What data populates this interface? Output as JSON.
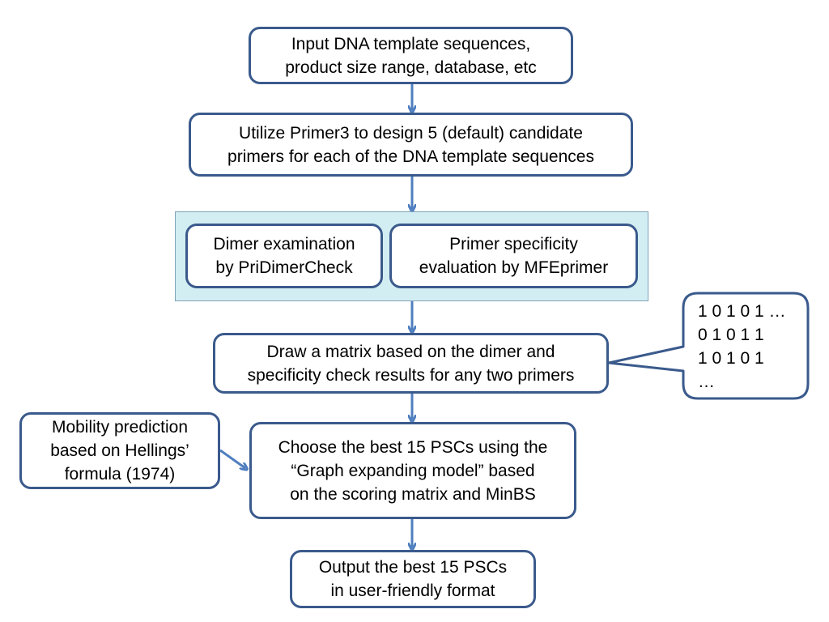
{
  "colors": {
    "box_border": "#3a5a8c",
    "arrow": "#4f7fbf",
    "group_fill": "#d3eef2",
    "group_border": "#7fa3b8"
  },
  "steps": {
    "input": [
      "Input DNA template sequences,",
      "product size range, database, etc"
    ],
    "primer3": [
      "Utilize Primer3 to design 5 (default) candidate",
      "primers for each of the DNA template sequences"
    ],
    "dimer": [
      "Dimer examination",
      "by PriDimerCheck"
    ],
    "specificity": [
      "Primer specificity",
      "evaluation by MFEprimer"
    ],
    "matrix": [
      "Draw a matrix based on the dimer and",
      "specificity check results for any two primers"
    ],
    "choose": [
      "Choose the best 15 PSCs using the",
      "“Graph expanding model” based",
      "on the scoring matrix and MinBS"
    ],
    "output": [
      "Output the best 15 PSCs",
      "in user-friendly format"
    ]
  },
  "side": {
    "mobility": [
      "Mobility prediction",
      "based on Hellings’",
      "formula (1974)"
    ]
  },
  "callout": {
    "matrix_example": [
      "1 0 1 0 1 …",
      "0 1 0 1 1",
      "1 0 1 0 1",
      "…"
    ]
  }
}
